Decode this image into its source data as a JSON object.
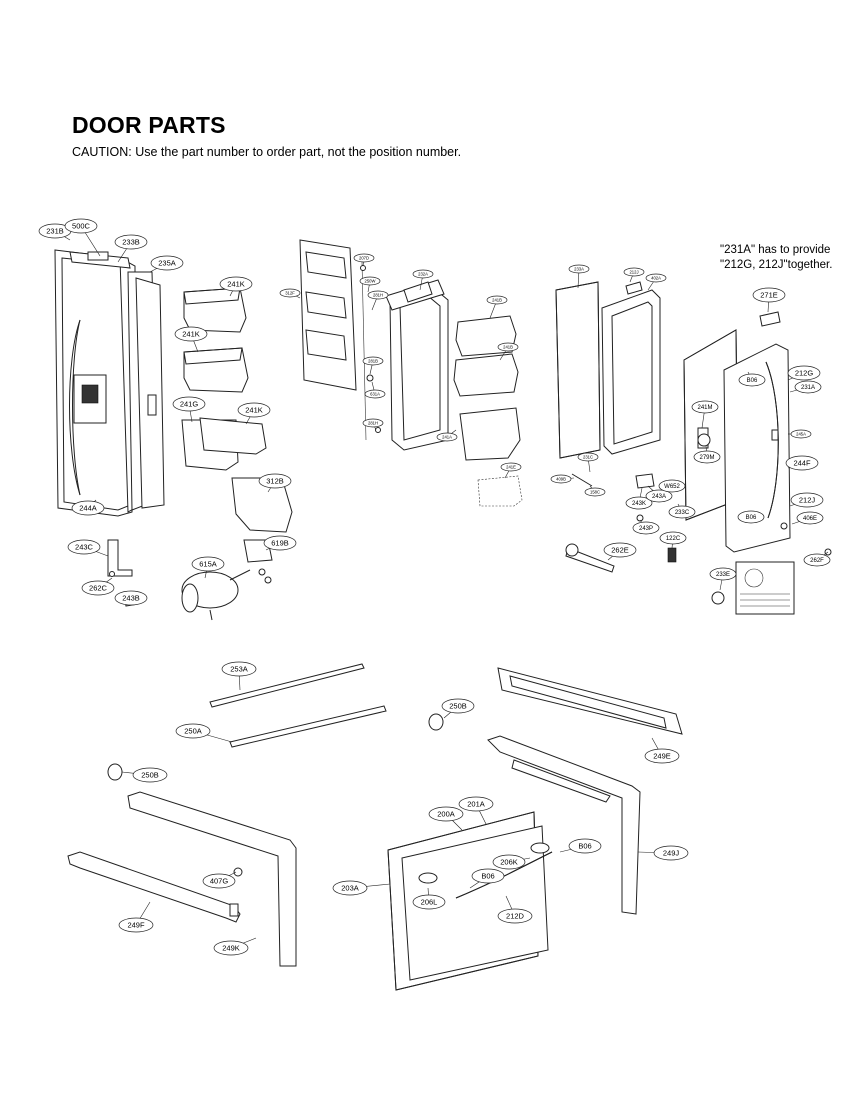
{
  "page": {
    "title": "DOOR PARTS",
    "caution": "CAUTION: Use the part number to order part, not the position number.",
    "note_lines": [
      "\"231A\" has to provide",
      "\"212G, 212J\"together."
    ]
  },
  "callouts": [
    {
      "id": "231B"
    },
    {
      "id": "500C"
    },
    {
      "id": "233B"
    },
    {
      "id": "235A"
    },
    {
      "id": "241K"
    },
    {
      "id": "241K"
    },
    {
      "id": "241G"
    },
    {
      "id": "241K"
    },
    {
      "id": "312B"
    },
    {
      "id": "619B"
    },
    {
      "id": "615A"
    },
    {
      "id": "244A"
    },
    {
      "id": "243C"
    },
    {
      "id": "262C"
    },
    {
      "id": "243B"
    },
    {
      "id": "207D"
    },
    {
      "id": "312F"
    },
    {
      "id": "250W"
    },
    {
      "id": "281H"
    },
    {
      "id": "281B"
    },
    {
      "id": "631A"
    },
    {
      "id": "281H"
    },
    {
      "id": "232A"
    },
    {
      "id": "241B"
    },
    {
      "id": "241B"
    },
    {
      "id": "241A"
    },
    {
      "id": "241E"
    },
    {
      "id": "233A"
    },
    {
      "id": "212J"
    },
    {
      "id": "402A"
    },
    {
      "id": "271E"
    },
    {
      "id": "B06"
    },
    {
      "id": "212G"
    },
    {
      "id": "231A"
    },
    {
      "id": "241M"
    },
    {
      "id": "245A"
    },
    {
      "id": "279M"
    },
    {
      "id": "244F"
    },
    {
      "id": "212J"
    },
    {
      "id": "B06"
    },
    {
      "id": "406E"
    },
    {
      "id": "231C"
    },
    {
      "id": "409B"
    },
    {
      "id": "158C"
    },
    {
      "id": "243K"
    },
    {
      "id": "243A"
    },
    {
      "id": "W652"
    },
    {
      "id": "233C"
    },
    {
      "id": "243P"
    },
    {
      "id": "122C"
    },
    {
      "id": "262E"
    },
    {
      "id": "233E"
    },
    {
      "id": "262F"
    },
    {
      "id": "253A"
    },
    {
      "id": "250A"
    },
    {
      "id": "250B"
    },
    {
      "id": "250B"
    },
    {
      "id": "249E"
    },
    {
      "id": "249J"
    },
    {
      "id": "200A"
    },
    {
      "id": "201A"
    },
    {
      "id": "B06"
    },
    {
      "id": "206K"
    },
    {
      "id": "B06"
    },
    {
      "id": "203A"
    },
    {
      "id": "206L"
    },
    {
      "id": "212D"
    },
    {
      "id": "407G"
    },
    {
      "id": "249F"
    },
    {
      "id": "249K"
    }
  ]
}
